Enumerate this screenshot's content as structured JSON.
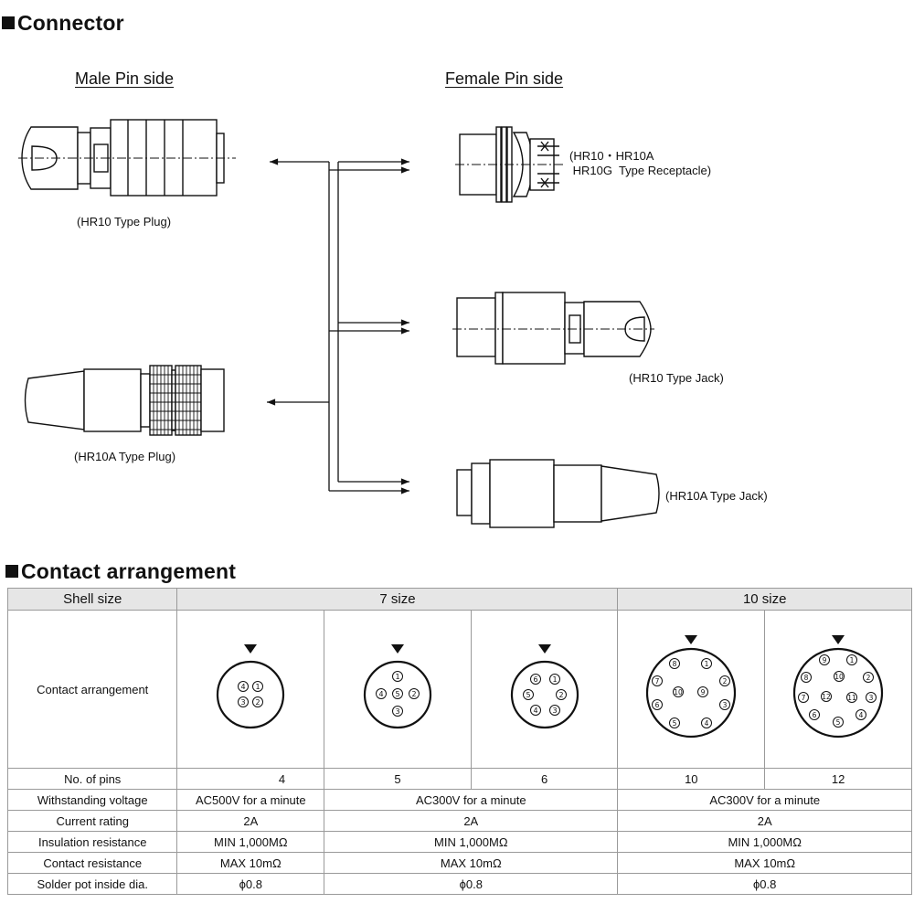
{
  "connector": {
    "title": "Connector",
    "male_side": "Male Pin side",
    "female_side": "Female Pin side",
    "captions": {
      "hr10_plug": "(HR10 Type Plug)",
      "hr10a_plug": "(HR10A Type Plug)",
      "receptacle": "(HR10・HR10A\n HR10G  Type Receptacle)",
      "hr10_jack": "(HR10 Type Jack)",
      "hr10a_jack": "(HR10A Type Jack)"
    }
  },
  "contact": {
    "title": "Contact arrangement",
    "table": {
      "shell_size_label": "Shell size",
      "size7": "7 size",
      "size10": "10 size",
      "arrangement_label": "Contact arrangement",
      "rows": {
        "pins_label": "No. of pins",
        "pins": [
          "4",
          "5",
          "6",
          "10",
          "12"
        ],
        "voltage_label": "Withstanding voltage",
        "voltage": [
          "AC500V for a minute",
          "AC300V for a minute",
          "AC300V for a minute"
        ],
        "current_label": "Current rating",
        "current": [
          "2A",
          "2A",
          "2A"
        ],
        "insulation_label": "Insulation resistance",
        "insulation": [
          "MIN 1,000MΩ",
          "MIN 1,000MΩ",
          "MIN 1,000MΩ"
        ],
        "contact_res_label": "Contact resistance",
        "contact_res": [
          "MAX 10mΩ",
          "MAX 10mΩ",
          "MAX 10mΩ"
        ],
        "solder_label": "Solder pot inside dia.",
        "solder": [
          "ϕ0.8",
          "ϕ0.8",
          "ϕ0.8"
        ]
      }
    }
  }
}
